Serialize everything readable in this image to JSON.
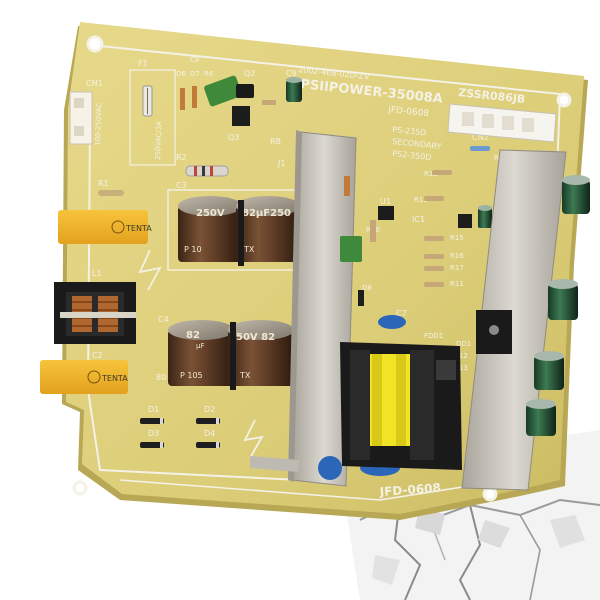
{
  "board": {
    "model": "PSIIPOWER-35008A",
    "part_code": "ZSSR086JB",
    "revision": "2002-468-02D-ZV",
    "maker_top": "JFD-0608",
    "maker_bottom": "JFD-0608",
    "ps_model": "PS-235D",
    "secondary": "SECONDARY",
    "ps_alt": "PS2-350D",
    "input_voltage": "100-250VAC",
    "fuse_rating": "250VAC/3A"
  },
  "brands": {
    "film_cap_top": "TENTA",
    "film_cap_bottom": "TENTA",
    "electrolytic": "TX"
  },
  "capacitors": {
    "top_left": "250V",
    "top_right": "82μF250",
    "bottom_left": "82",
    "bottom_right": "50V 82",
    "bottom_center": "μF",
    "series_text": "P 105",
    "series_text_b": "P 10"
  },
  "labels": {
    "cn1": "CN1",
    "cn2": "CN2",
    "f1": "F1",
    "r1": "R1",
    "r2": "R2",
    "r12": "R12",
    "r13": "R13",
    "r14": "R14",
    "r15": "R15",
    "r16": "R16",
    "r17": "R17",
    "r10": "R10",
    "c1": "C1",
    "c2": "C2",
    "c3": "C3",
    "c4": "C4",
    "c7": "C7",
    "c8": "C8",
    "c9": "C9",
    "c12": "C12",
    "c13": "C13",
    "q2": "Q2",
    "q3": "Q3",
    "u1": "U1",
    "ic1": "IC1",
    "l1": "L1",
    "d1": "D1",
    "d2": "D2",
    "d3": "D3",
    "d4": "D4",
    "d8": "D8",
    "dd1": "DD1",
    "fdd1": "FDD1",
    "rb": "RB",
    "b0": "80",
    "d6": "D6",
    "d7": "D7",
    "r6": "R6",
    "j1": "J1",
    "r11": "R11"
  },
  "colors": {
    "pcb": "#ded07c",
    "pcb_dark": "#c9b962",
    "silkscreen": "#f4f1e6",
    "electrolytic_brown": "#5a3a24",
    "film_yellow": "#f3b62a",
    "heatsink": "#c7c4bd",
    "transformer_yellow": "#f2e424",
    "blue_cap": "#2b66b8",
    "crack_gray": "#8c8c8c"
  }
}
